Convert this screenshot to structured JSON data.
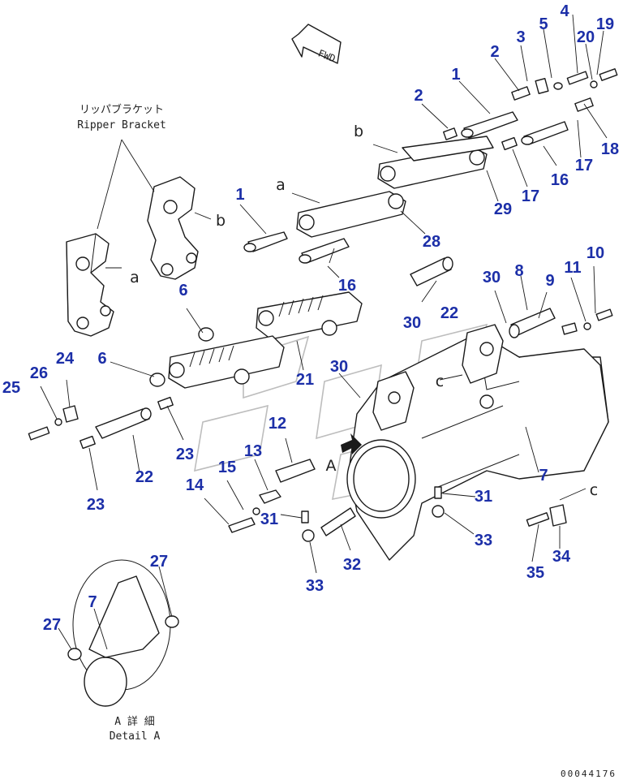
{
  "title": {
    "japanese": "リッパブラケット",
    "english": "Ripper Bracket"
  },
  "forward_marker": "FWD",
  "detail_caption": {
    "japanese": "A 詳 細",
    "english": "Detail A"
  },
  "view_letters": [
    "a",
    "b",
    "c",
    "A"
  ],
  "document_number": "00044176",
  "callouts": [
    {
      "id": "c-1a",
      "label": "1"
    },
    {
      "id": "c-1b",
      "label": "1"
    },
    {
      "id": "c-2a",
      "label": "2"
    },
    {
      "id": "c-2b",
      "label": "2"
    },
    {
      "id": "c-3",
      "label": "3"
    },
    {
      "id": "c-4",
      "label": "4"
    },
    {
      "id": "c-5",
      "label": "5"
    },
    {
      "id": "c-6a",
      "label": "6"
    },
    {
      "id": "c-6b",
      "label": "6"
    },
    {
      "id": "c-7a",
      "label": "7"
    },
    {
      "id": "c-7b",
      "label": "7"
    },
    {
      "id": "c-8",
      "label": "8"
    },
    {
      "id": "c-9",
      "label": "9"
    },
    {
      "id": "c-10",
      "label": "10"
    },
    {
      "id": "c-11",
      "label": "11"
    },
    {
      "id": "c-12",
      "label": "12"
    },
    {
      "id": "c-13",
      "label": "13"
    },
    {
      "id": "c-14",
      "label": "14"
    },
    {
      "id": "c-15",
      "label": "15"
    },
    {
      "id": "c-16a",
      "label": "16"
    },
    {
      "id": "c-16b",
      "label": "16"
    },
    {
      "id": "c-17a",
      "label": "17"
    },
    {
      "id": "c-17b",
      "label": "17"
    },
    {
      "id": "c-18",
      "label": "18"
    },
    {
      "id": "c-19",
      "label": "19"
    },
    {
      "id": "c-20",
      "label": "20"
    },
    {
      "id": "c-21",
      "label": "21"
    },
    {
      "id": "c-22a",
      "label": "22"
    },
    {
      "id": "c-22b",
      "label": "22"
    },
    {
      "id": "c-23a",
      "label": "23"
    },
    {
      "id": "c-23b",
      "label": "23"
    },
    {
      "id": "c-24",
      "label": "24"
    },
    {
      "id": "c-25",
      "label": "25"
    },
    {
      "id": "c-26",
      "label": "26"
    },
    {
      "id": "c-27a",
      "label": "27"
    },
    {
      "id": "c-27b",
      "label": "27"
    },
    {
      "id": "c-28",
      "label": "28"
    },
    {
      "id": "c-29",
      "label": "29"
    },
    {
      "id": "c-30a",
      "label": "30"
    },
    {
      "id": "c-30b",
      "label": "30"
    },
    {
      "id": "c-30c",
      "label": "30"
    },
    {
      "id": "c-31a",
      "label": "31"
    },
    {
      "id": "c-31b",
      "label": "31"
    },
    {
      "id": "c-32",
      "label": "32"
    },
    {
      "id": "c-33a",
      "label": "33"
    },
    {
      "id": "c-33b",
      "label": "33"
    },
    {
      "id": "c-34",
      "label": "34"
    },
    {
      "id": "c-35",
      "label": "35"
    }
  ],
  "colors": {
    "callout": "#1c2fa8",
    "linework": "#1a1a1a",
    "watermark": "#bdbdbd"
  }
}
